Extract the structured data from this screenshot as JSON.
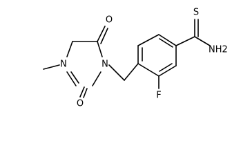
{
  "atoms": {
    "ring_oxygen_top": "O",
    "ring_oxygen_bottom": "O",
    "ring_nitrogen_left": "N",
    "ring_nitrogen_right": "N",
    "fluorine": "F",
    "thio_sulfur": "S",
    "amide_nh2": "NH2"
  },
  "colors": {
    "bond": "#000000",
    "label": "#000000",
    "background": "#ffffff"
  }
}
